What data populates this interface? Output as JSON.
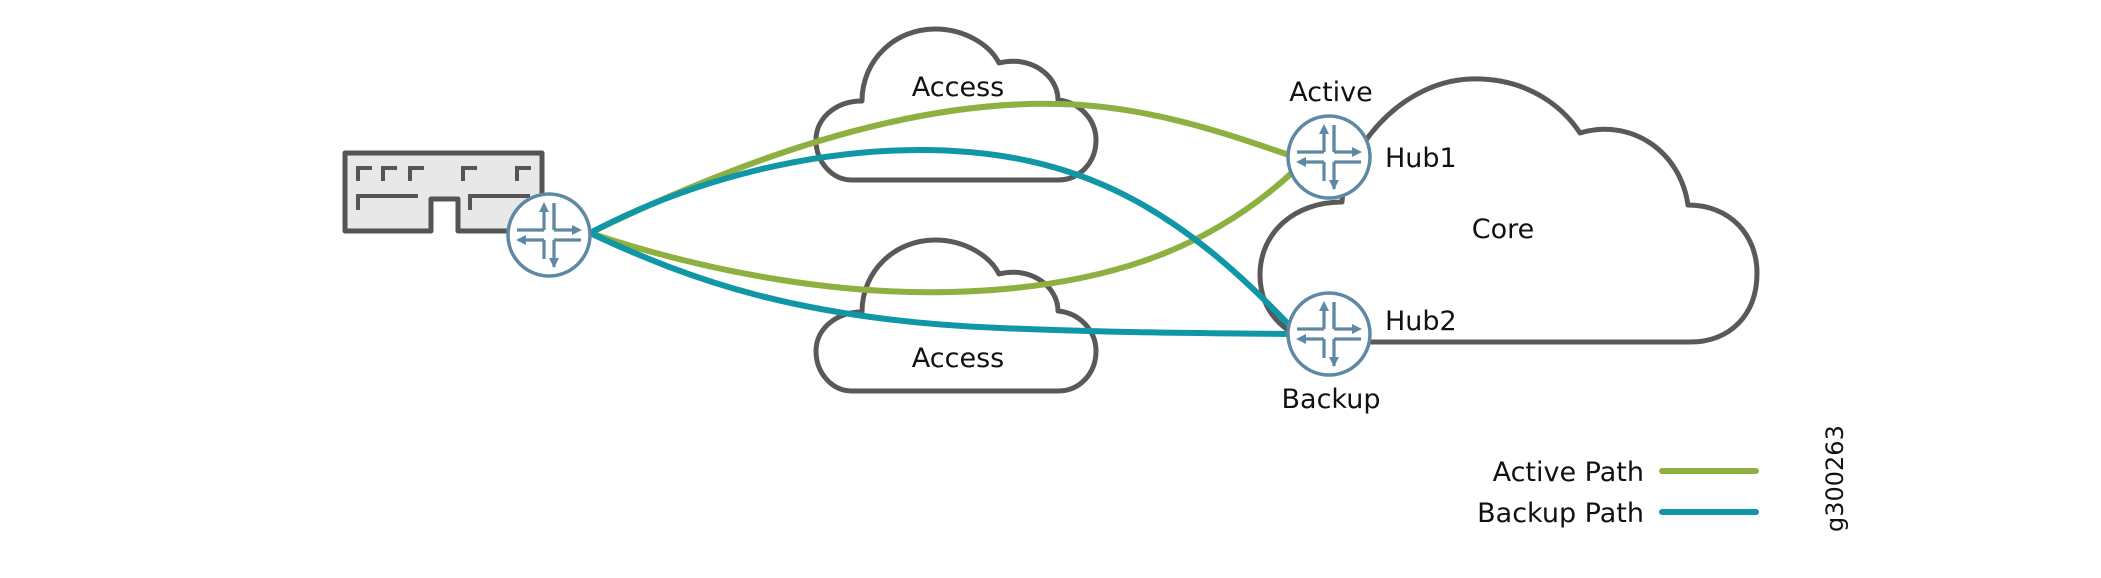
{
  "diagram": {
    "clouds": {
      "access_top": {
        "label": "Access"
      },
      "access_bottom": {
        "label": "Access"
      },
      "core": {
        "label": "Core"
      }
    },
    "nodes": {
      "site": {
        "type": "building",
        "icon": "building-icon"
      },
      "spoke_router": {
        "type": "router",
        "icon": "router-icon"
      },
      "hub1": {
        "type": "router",
        "icon": "router-icon",
        "label": "Hub1",
        "role": "Active"
      },
      "hub2": {
        "type": "router",
        "icon": "router-icon",
        "label": "Hub2",
        "role": "Backup"
      }
    },
    "links": [
      {
        "from": "spoke_router",
        "to": "hub1",
        "via": "access_top",
        "kind": "active"
      },
      {
        "from": "spoke_router",
        "to": "hub1",
        "via": "access_bottom",
        "kind": "active"
      },
      {
        "from": "spoke_router",
        "to": "hub2",
        "via": "access_top",
        "kind": "backup"
      },
      {
        "from": "spoke_router",
        "to": "hub2",
        "via": "access_bottom",
        "kind": "backup"
      }
    ],
    "legend": [
      {
        "label": "Active Path",
        "kind": "active"
      },
      {
        "label": "Backup Path",
        "kind": "backup"
      }
    ],
    "figure_id": "g300263"
  },
  "colors": {
    "active": "#8db040",
    "backup": "#0f97a6",
    "cloud_stroke": "#595959",
    "router": "#5e88a3"
  }
}
